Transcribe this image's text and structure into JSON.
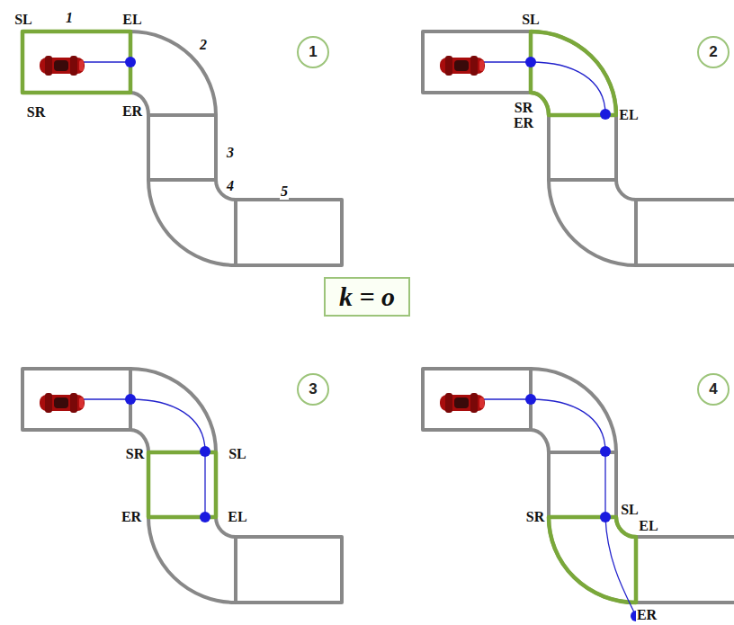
{
  "diagram": {
    "nodes": [
      {
        "text": [
          "1"
        ]
      },
      {
        "text": [
          "2"
        ]
      },
      {
        "text": [
          "k = o"
        ]
      },
      {
        "text": [
          "3"
        ]
      },
      {
        "text": [
          "4"
        ]
      }
    ],
    "labels": [
      "SL",
      "1",
      "EL",
      "2",
      "SR",
      "ER",
      "3",
      "4",
      "5",
      "SL",
      "SR",
      "ER",
      "EL",
      "SR",
      "SL",
      "ER",
      "EL",
      "SR",
      "SL",
      "EL",
      "ER"
    ]
  }
}
